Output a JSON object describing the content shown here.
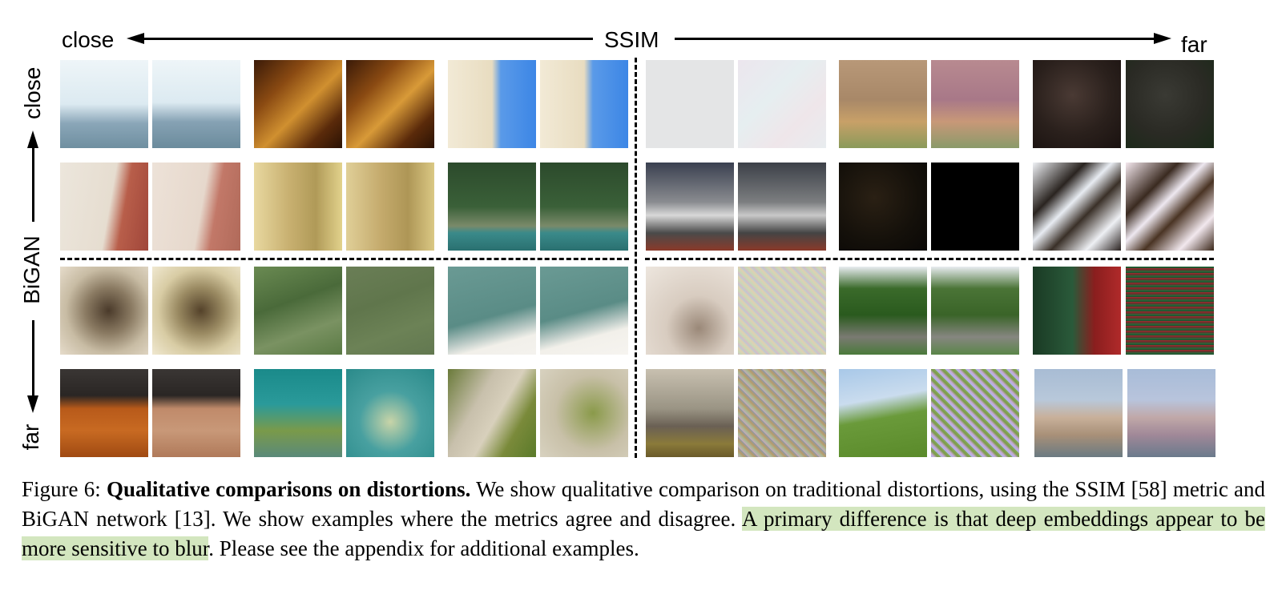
{
  "axes": {
    "horizontal": {
      "metric": "SSIM",
      "left": "close",
      "right": "far"
    },
    "vertical": {
      "network": "BiGAN",
      "top": "close",
      "bottom": "far"
    }
  },
  "caption": {
    "figure_label": "Figure 6:",
    "bold_title": "Qualitative comparisons on distortions.",
    "body_plain": "We show qualitative comparison on traditional distortions, using the SSIM [58] metric and BiGAN network [13]. We show examples where the metrics agree and disagree.",
    "body_highlight": "A primary difference is that deep embeddings appear to be more sensitive to blur",
    "body_end": ". Please see the appendix for additional examples."
  },
  "colors": {
    "highlight": "#d3e6bf"
  },
  "tiles": [
    [
      "mountain-sky",
      "mountain-sky-distorted",
      "gilded-frame",
      "gilded-frame-distorted",
      "building-sky",
      "building-sky-distorted",
      "gray-plain",
      "gray-plain-noisy",
      "hillside-houses",
      "hillside-houses-distorted",
      "dark-cloth",
      "dark-cloth-distorted"
    ],
    [
      "white-curtain",
      "white-curtain-distorted",
      "stone-column",
      "stone-column-distorted",
      "forest-lake",
      "forest-lake-distorted",
      "rooftops",
      "rooftops-noisy",
      "dark-texture",
      "dark-texture-black",
      "bare-tree",
      "bare-tree-distorted"
    ],
    [
      "stone-arch",
      "stone-arch-distorted",
      "green-foliage",
      "green-foliage-blurred",
      "water-beach",
      "water-beach-distorted",
      "marble-relief",
      "marble-relief-noisy",
      "street-trees",
      "street-trees-blurred",
      "red-sign",
      "red-sign-noisy"
    ],
    [
      "wood-floor",
      "wood-floor-distorted",
      "sea-water",
      "sea-water-blurred",
      "dirt-path",
      "dirt-path-blurred",
      "ruins",
      "ruins-noisy",
      "grass-hill",
      "grass-hill-noisy",
      "canal-buildings",
      "canal-buildings-distorted"
    ]
  ]
}
